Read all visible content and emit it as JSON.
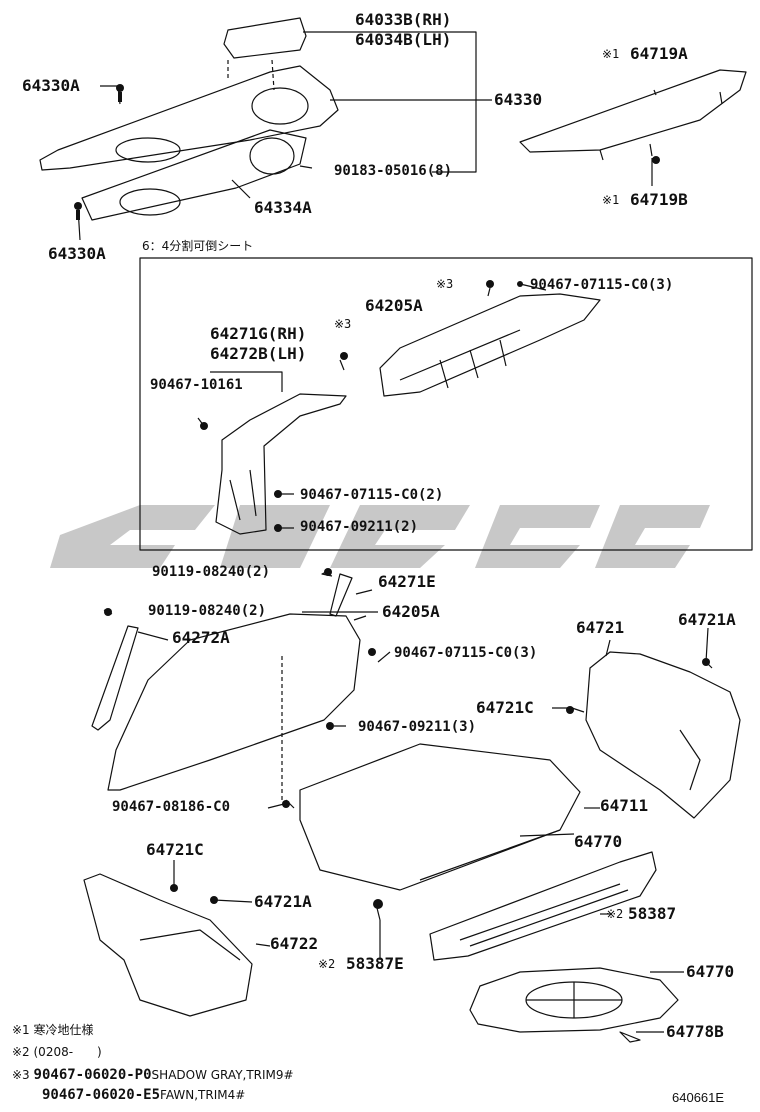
{
  "parts": {
    "p64033b": "64033B(RH)",
    "p64034b": "64034B(LH)",
    "p64330a_top": "64330A",
    "p64330": "64330",
    "p90183": "90183-05016(8)",
    "p64334a": "64334A",
    "p64330a_bot": "64330A",
    "p64719a": "64719A",
    "p64719b": "64719B",
    "m64719a": "※1",
    "m64719b": "※1",
    "p64205a_box": "64205A",
    "p90467_07115_top": "90467-07115-C0(3)",
    "m_clip_top": "※3",
    "p64271g": "64271G(RH)",
    "p64272b": "64272B(LH)",
    "m_clip_left": "※3",
    "p90467_10161": "90467-10161",
    "p90467_07115_2": "90467-07115-C0(2)",
    "p90467_09211_2": "90467-09211(2)",
    "p90119_a": "90119-08240(2)",
    "p64271e": "64271E",
    "p90119_b": "90119-08240(2)",
    "p64205a": "64205A",
    "p64272a": "64272A",
    "p90467_07115_3": "90467-07115-C0(3)",
    "p90467_09211_3": "90467-09211(3)",
    "p64721": "64721",
    "p64721a_r": "64721A",
    "p64721c_r": "64721C",
    "p90467_08186": "90467-08186-C0",
    "p64711": "64711",
    "p64721c_l": "64721C",
    "p64770_a": "64770",
    "p64721a_l": "64721A",
    "p58387": "58387",
    "m58387": "※2",
    "p64722": "64722",
    "p58387e": "58387E",
    "m58387e": "※2",
    "p64770_b": "64770",
    "p64778b": "64778B"
  },
  "box_title": "6：4分割可倒シート",
  "notes": {
    "n1": "※1 寒冷地仕様",
    "n2": "※2 (0208-　　)",
    "n3_mark": "※3",
    "n3_code1": "90467-06020-P0",
    "n3_text1": "SHADOW GRAY,TRIM9#",
    "n3_code2": "90467-06020-E5",
    "n3_text2": "FAWN,TRIM4#"
  },
  "figure_ref": "640661E",
  "colors": {
    "ink": "#111111",
    "watermark": "#c8c8c8"
  }
}
